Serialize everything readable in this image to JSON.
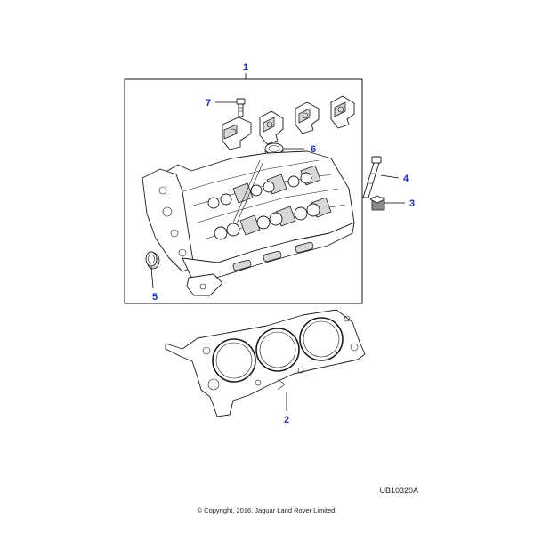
{
  "diagram": {
    "callouts": [
      "1",
      "2",
      "3",
      "4",
      "5",
      "6",
      "7"
    ],
    "reference_code": "UB10320A",
    "copyright": "© Copyright, 2016. Jaguar Land Rover Limited.",
    "callout_color": "#1a2fb0"
  }
}
